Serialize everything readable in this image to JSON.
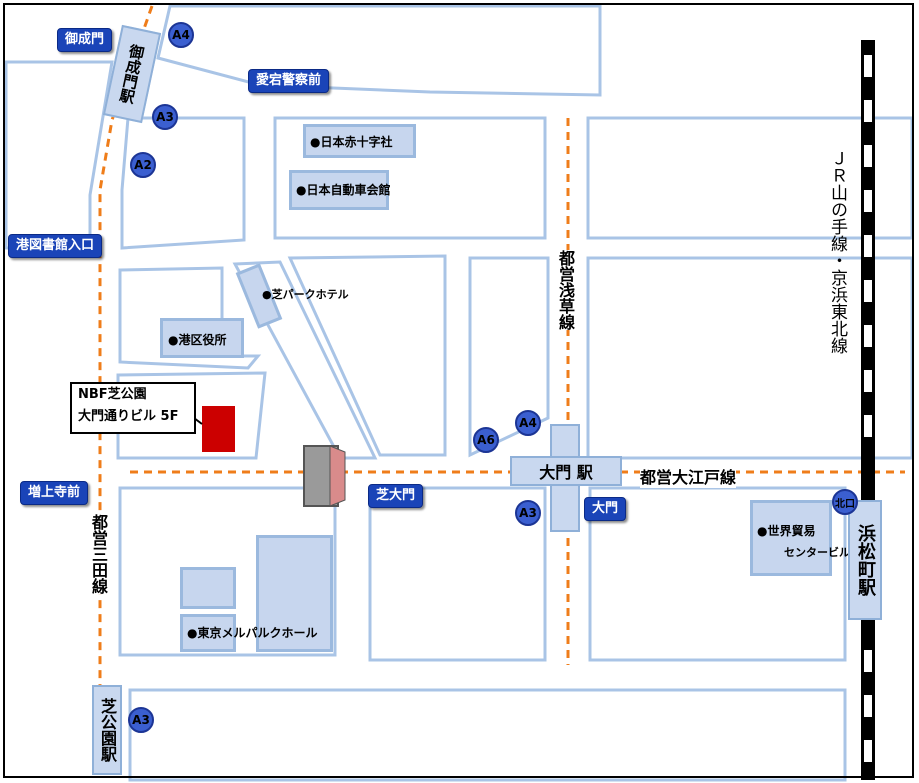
{
  "stops": {
    "onarimon": "御成門",
    "atago_police": "愛宕警察前",
    "minato_library": "港図書館入口",
    "zojoji": "増上寺前",
    "shibadaimon": "芝大門",
    "daimon": "大門"
  },
  "exits": {
    "a4_onarimon": "A4",
    "a3_onarimon": "A3",
    "a2_onarimon": "A2",
    "a6_daimon": "A6",
    "a4_daimon": "A4",
    "a3_daimon": "A3",
    "a3_shibakoen": "A3",
    "north_hamamatsucho": "北口"
  },
  "stations": {
    "onarimon": "御成門駅",
    "daimon": "大門 駅",
    "hamamatsucho": "浜松町駅",
    "shibakoen": "芝公園駅"
  },
  "lines": {
    "asakusa": "都営浅草線",
    "oedo": "都営大江戸線",
    "mita": "都営三田線",
    "jr": "ＪＲ山の手線・京浜東北線"
  },
  "landmarks": {
    "red_cross": "●日本赤十字社",
    "jaf": "●日本自動車会館",
    "shiba_park_hotel": "●芝パークホテル",
    "minato_ward_office": "●港区役所",
    "world_trade_center_1": "●世界貿易",
    "world_trade_center_2": "センタービル",
    "mielparque": "●東京メルパルクホール"
  },
  "destination": {
    "line1": "NBF芝公園",
    "line2": "大門通りビル 5F"
  },
  "colors": {
    "road": "#a9c4e6",
    "subway_line": "#ef7d1a",
    "stop_badge": "#1a44b8",
    "exit_circle": "#3b5fd0",
    "station_box": "#c9d8ef",
    "destination": "#cc0000",
    "gate": "#999999"
  }
}
